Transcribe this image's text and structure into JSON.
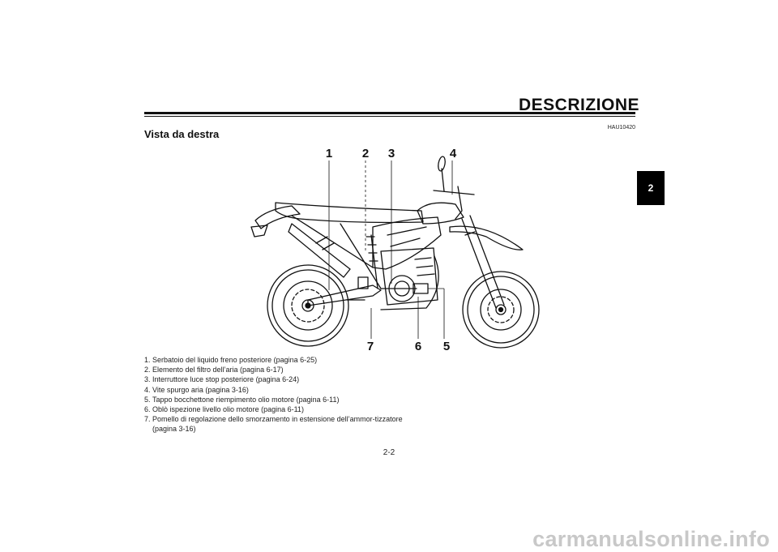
{
  "header": {
    "section_title": "DESCRIZIONE",
    "code": "HAU10420",
    "heading": "Vista da destra",
    "chapter_tab": "2"
  },
  "figure": {
    "callouts": [
      "1",
      "2",
      "3",
      "4",
      "5",
      "6",
      "7"
    ]
  },
  "legend": [
    {
      "num": "1.",
      "text": "Serbatoio del liquido freno posteriore (pagina 6-25)"
    },
    {
      "num": "2.",
      "text": "Elemento del filtro dell’aria (pagina 6-17)"
    },
    {
      "num": "3.",
      "text": "Interruttore luce stop posteriore (pagina 6-24)"
    },
    {
      "num": "4.",
      "text": "Vite spurgo aria (pagina 3-16)"
    },
    {
      "num": "5.",
      "text": "Tappo bocchettone riempimento olio motore (pagina 6-11)"
    },
    {
      "num": "6.",
      "text": "Oblò ispezione livello olio motore (pagina 6-11)"
    },
    {
      "num": "7.",
      "text": "Pomello di regolazione dello smorzamento in estensione dell’ammor-tizzatore (pagina 3-16)"
    }
  ],
  "footer": {
    "page_number": "2-2",
    "watermark": "carmanualsonline.info"
  }
}
